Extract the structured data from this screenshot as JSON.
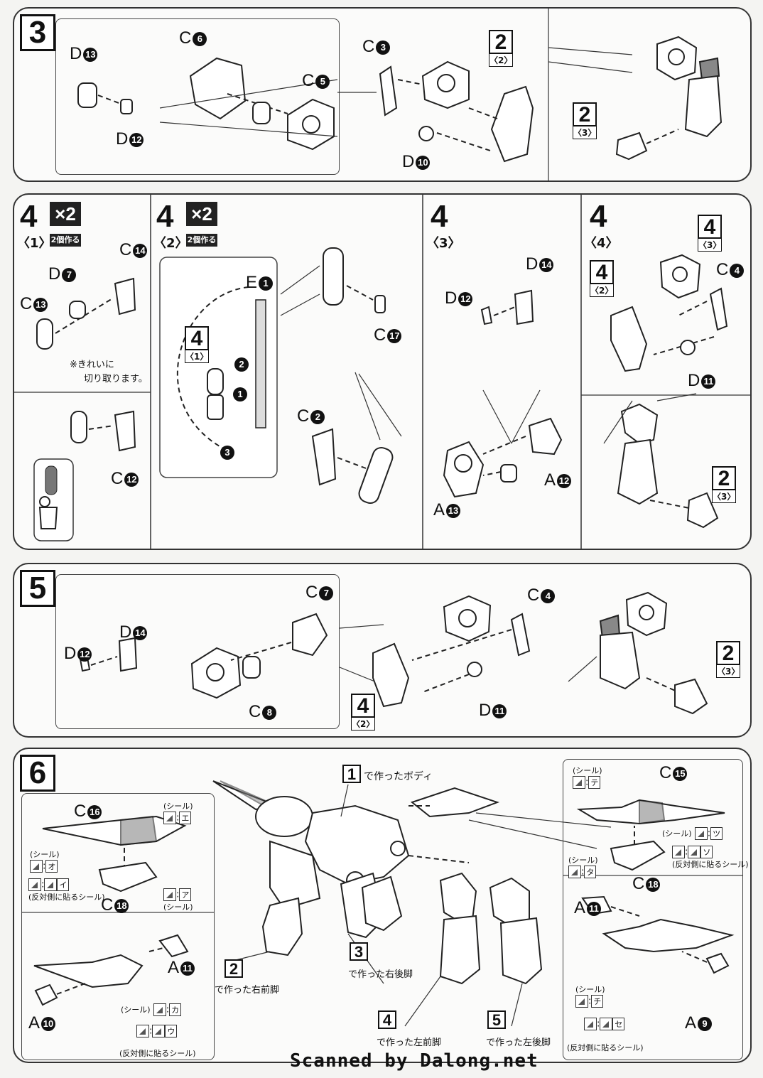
{
  "step3": {
    "number": "3",
    "labels": {
      "d13": "D",
      "c6": "C",
      "c5": "C",
      "d12": "D",
      "c3": "C",
      "d10": "D"
    },
    "nums": {
      "d13": "13",
      "c6": "6",
      "c5": "5",
      "d12": "12",
      "c3": "3",
      "d10": "10"
    },
    "refs": [
      {
        "num": "2",
        "sub": "〈2〉"
      },
      {
        "num": "2",
        "sub": "〈3〉"
      }
    ]
  },
  "step4": {
    "number": "4",
    "x2_label": "×2",
    "make_two": "2個作る",
    "sub1": "〈1〉",
    "sub2": "〈2〉",
    "sub3": "〈3〉",
    "sub4": "〈4〉",
    "cut_note_1": "※きれいに",
    "cut_note_2": "切り取ります。",
    "p1": {
      "c14": "C",
      "d7": "D",
      "c13": "C",
      "c12": "C"
    },
    "p1n": {
      "c14": "14",
      "d7": "7",
      "c13": "13",
      "c12": "12"
    },
    "p2": {
      "e1": "E",
      "c17": "C",
      "c2": "C"
    },
    "p2n": {
      "e1": "1",
      "c17": "17",
      "c2": "2"
    },
    "p2_ref": {
      "num": "4",
      "sub": "〈1〉"
    },
    "steps_order": [
      "1",
      "2",
      "3"
    ],
    "p3": {
      "d14": "D",
      "d12": "D",
      "a12": "A",
      "a13": "A"
    },
    "p3n": {
      "d14": "14",
      "d12": "12",
      "a12": "12",
      "a13": "13"
    },
    "p4": {
      "c4": "C",
      "d11": "D"
    },
    "p4n": {
      "c4": "4",
      "d11": "11"
    },
    "p4_refs": [
      {
        "num": "4",
        "sub": "〈3〉"
      },
      {
        "num": "4",
        "sub": "〈2〉"
      },
      {
        "num": "2",
        "sub": "〈3〉"
      }
    ]
  },
  "step5": {
    "number": "5",
    "labels": {
      "c7": "C",
      "d14": "D",
      "d12": "D",
      "c8": "C",
      "c4": "C",
      "d11": "D"
    },
    "nums": {
      "c7": "7",
      "d14": "14",
      "d12": "12",
      "c8": "8",
      "c4": "4",
      "d11": "11"
    },
    "refs": [
      {
        "num": "4",
        "sub": "〈2〉"
      },
      {
        "num": "2",
        "sub": "〈3〉"
      }
    ]
  },
  "step6": {
    "number": "6",
    "body_ref": "1",
    "body_text": "で作ったボディ",
    "leg_refs": [
      {
        "num": "2",
        "text": "で作った右前脚"
      },
      {
        "num": "3",
        "text": "で作った右後脚"
      },
      {
        "num": "4",
        "text": "で作った左前脚"
      },
      {
        "num": "5",
        "text": "で作った左後脚"
      }
    ],
    "seal": "(シール)",
    "opposite_seal": "(反対側に貼るシール)",
    "left": {
      "c16": "C",
      "c16n": "16",
      "c18": "C",
      "c18n": "18",
      "a11": "A",
      "a11n": "11",
      "a10": "A",
      "a10n": "10",
      "seal_e": "エ",
      "seal_o": "オ",
      "seal_i": "イ",
      "seal_a": "ア",
      "seal_ka": "カ",
      "seal_u": "ウ"
    },
    "right": {
      "c15": "C",
      "c15n": "15",
      "c18": "C",
      "c18n": "18",
      "a11": "A",
      "a11n": "11",
      "a9": "A",
      "a9n": "9",
      "seal_te": "テ",
      "seal_tsu": "ツ",
      "seal_so": "ソ",
      "seal_ta": "タ",
      "seal_chi": "チ",
      "seal_se": "セ"
    }
  },
  "footer": "Scanned by Dalong.net"
}
